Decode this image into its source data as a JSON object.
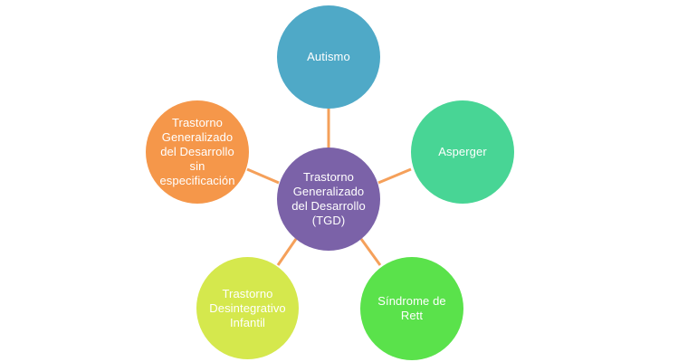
{
  "diagram": {
    "center": {
      "label": "Trastorno\nGeneralizado\ndel Desarrollo\n(TGD)",
      "color": "#7b62a8"
    },
    "nodes": [
      {
        "label": "Autismo",
        "color": "#4fa9c7"
      },
      {
        "label": "Asperger",
        "color": "#48d595"
      },
      {
        "label": "Síndrome de\nRett",
        "color": "#5ae24b"
      },
      {
        "label": "Trastorno\nDesintegrativo\nInfantil",
        "color": "#d5e84d"
      },
      {
        "label": "Trastorno\nGeneralizado\ndel Desarrollo\nsin\nespecificación",
        "color": "#f5974a"
      }
    ],
    "connector_color": "#f5a05a"
  }
}
